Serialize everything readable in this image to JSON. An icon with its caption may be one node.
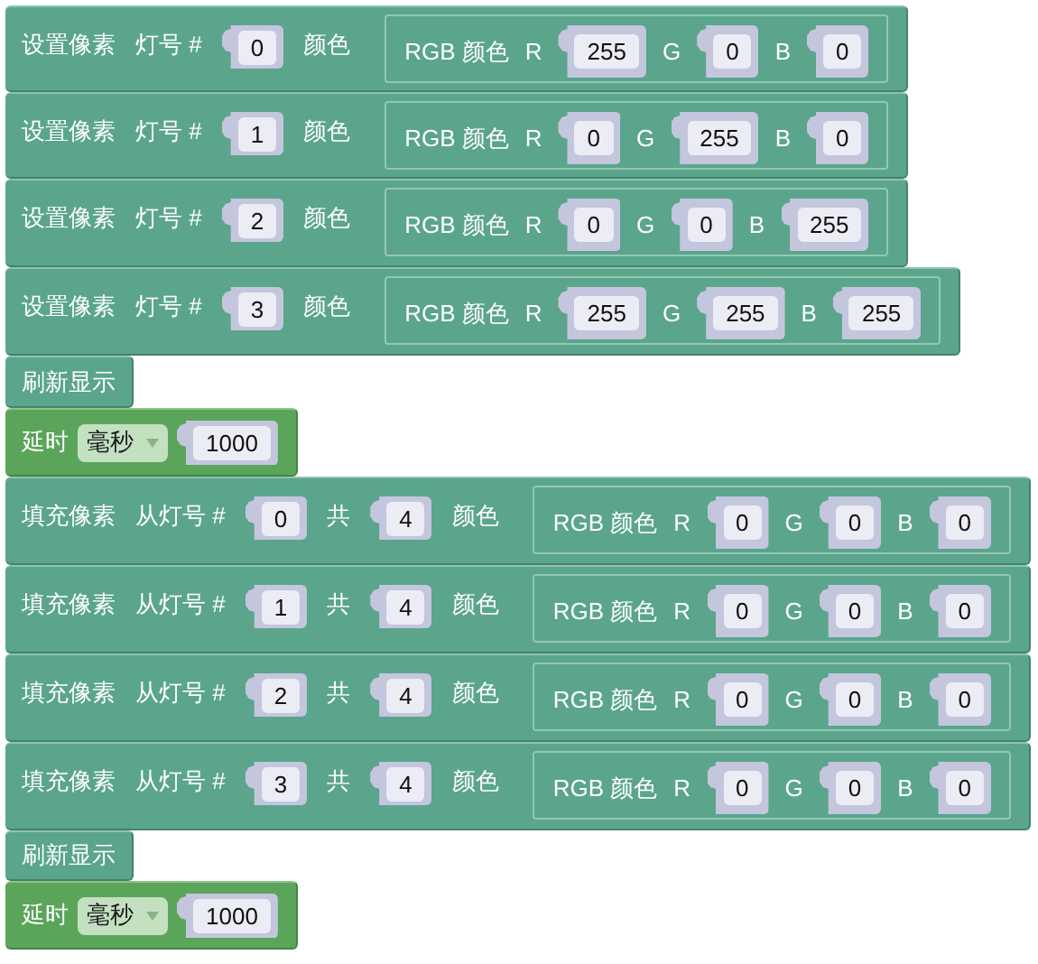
{
  "diagram": {
    "nodes": [
      {
        "text": [
          "设置像素",
          "灯号 #",
          "颜色"
        ]
      },
      {
        "text": [
          "0"
        ],
        "in": 0
      },
      {
        "text": [
          "RGB 颜色",
          "R",
          "G",
          "B"
        ],
        "in": 0
      },
      {
        "text": [
          "255"
        ],
        "in": 2
      },
      {
        "text": [
          "0"
        ],
        "in": 2
      },
      {
        "text": [
          "0"
        ],
        "in": 2
      },
      {
        "text": [
          "设置像素",
          "灯号 #",
          "颜色"
        ]
      },
      {
        "text": [
          "1"
        ],
        "in": 6
      },
      {
        "text": [
          "RGB 颜色",
          "R",
          "G",
          "B"
        ],
        "in": 6
      },
      {
        "text": [
          "0"
        ],
        "in": 8
      },
      {
        "text": [
          "255"
        ],
        "in": 8
      },
      {
        "text": [
          "0"
        ],
        "in": 8
      },
      {
        "text": [
          "设置像素",
          "灯号 #",
          "颜色"
        ]
      },
      {
        "text": [
          "2"
        ],
        "in": 12
      },
      {
        "text": [
          "RGB 颜色",
          "R",
          "G",
          "B"
        ],
        "in": 12
      },
      {
        "text": [
          "0"
        ],
        "in": 14
      },
      {
        "text": [
          "0"
        ],
        "in": 14
      },
      {
        "text": [
          "255"
        ],
        "in": 14
      },
      {
        "text": [
          "设置像素",
          "灯号 #",
          "颜色"
        ]
      },
      {
        "text": [
          "3"
        ],
        "in": 18
      },
      {
        "text": [
          "RGB 颜色",
          "R",
          "G",
          "B"
        ],
        "in": 18
      },
      {
        "text": [
          "255"
        ],
        "in": 20
      },
      {
        "text": [
          "255"
        ],
        "in": 20
      },
      {
        "text": [
          "255"
        ],
        "in": 20
      },
      {
        "text": [
          "刷新显示"
        ]
      },
      {
        "text": [
          "延时"
        ]
      },
      {
        "text": [
          "毫秒"
        ],
        "in": 25
      },
      {
        "text": [
          "1000"
        ],
        "in": 25
      },
      {
        "text": [
          "填充像素",
          "从灯号 #",
          "共",
          "颜色"
        ]
      },
      {
        "text": [
          "0"
        ],
        "in": 28
      },
      {
        "text": [
          "4"
        ],
        "in": 28
      },
      {
        "text": [
          "RGB 颜色",
          "R",
          "G",
          "B"
        ],
        "in": 28
      },
      {
        "text": [
          "0"
        ],
        "in": 31
      },
      {
        "text": [
          "0"
        ],
        "in": 31
      },
      {
        "text": [
          "0"
        ],
        "in": 31
      },
      {
        "text": [
          "填充像素",
          "从灯号 #",
          "共",
          "颜色"
        ]
      },
      {
        "text": [
          "1"
        ],
        "in": 35
      },
      {
        "text": [
          "4"
        ],
        "in": 35
      },
      {
        "text": [
          "RGB 颜色",
          "R",
          "G",
          "B"
        ],
        "in": 35
      },
      {
        "text": [
          "0"
        ],
        "in": 38
      },
      {
        "text": [
          "0"
        ],
        "in": 38
      },
      {
        "text": [
          "0"
        ],
        "in": 38
      },
      {
        "text": [
          "填充像素",
          "从灯号 #",
          "共",
          "颜色"
        ]
      },
      {
        "text": [
          "2"
        ],
        "in": 42
      },
      {
        "text": [
          "4"
        ],
        "in": 42
      },
      {
        "text": [
          "RGB 颜色",
          "R",
          "G",
          "B"
        ],
        "in": 42
      },
      {
        "text": [
          "0"
        ],
        "in": 45
      },
      {
        "text": [
          "0"
        ],
        "in": 45
      },
      {
        "text": [
          "0"
        ],
        "in": 45
      },
      {
        "text": [
          "填充像素",
          "从灯号 #",
          "共",
          "颜色"
        ]
      },
      {
        "text": [
          "3"
        ],
        "in": 49
      },
      {
        "text": [
          "4"
        ],
        "in": 49
      },
      {
        "text": [
          "RGB 颜色",
          "R",
          "G",
          "B"
        ],
        "in": 49
      },
      {
        "text": [
          "0"
        ],
        "in": 52
      },
      {
        "text": [
          "0"
        ],
        "in": 52
      },
      {
        "text": [
          "0"
        ],
        "in": 52
      },
      {
        "text": [
          "刷新显示"
        ]
      },
      {
        "text": [
          "延时"
        ]
      },
      {
        "text": [
          "毫秒"
        ],
        "in": 57
      },
      {
        "text": [
          "1000"
        ],
        "in": 57
      }
    ]
  }
}
